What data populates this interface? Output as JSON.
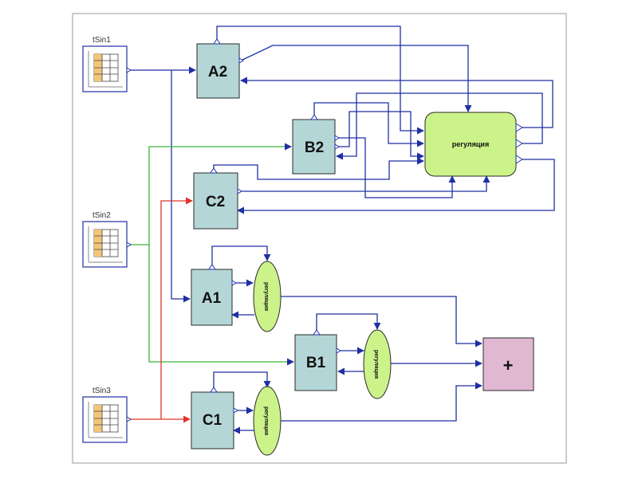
{
  "sources": [
    {
      "id": "tSin1",
      "label": "tSin1"
    },
    {
      "id": "tSin2",
      "label": "tSin2"
    },
    {
      "id": "tSin3",
      "label": "tSin3"
    }
  ],
  "blocks": {
    "a2": "A2",
    "b2": "B2",
    "c2": "C2",
    "a1": "A1",
    "b1": "B1",
    "c1": "C1"
  },
  "regulator": {
    "label": "регуляция"
  },
  "ellipse_label": "регуляция",
  "summer": {
    "label": "+"
  },
  "colors": {
    "blue_wire": "#1f2fa3",
    "green_wire": "#3bb53b",
    "red_wire": "#e0342b",
    "block_fill": "#b4d6d6",
    "regulator_fill": "#ccf28a",
    "summer_fill": "#e1b8d2"
  }
}
